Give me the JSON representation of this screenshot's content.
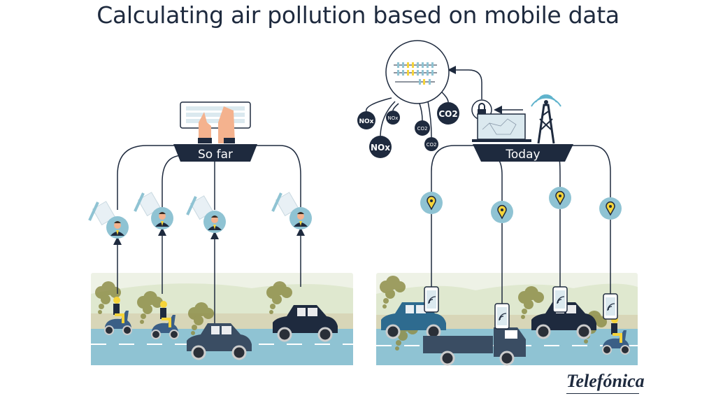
{
  "title": "Calculating air pollution based on mobile data",
  "left_panel": {
    "label": "So far"
  },
  "right_panel": {
    "label": "Today",
    "pollutants": [
      "NOx",
      "NOx",
      "NOx",
      "CO2",
      "CO2",
      "CO2"
    ]
  },
  "logo": "Telefónica",
  "colors": {
    "navy": "#1e2a3e",
    "light_blue": "#8fc3d3",
    "yellow": "#f5d43a",
    "smoke": "#8f8f4a",
    "hill": "#dfe8cf"
  }
}
